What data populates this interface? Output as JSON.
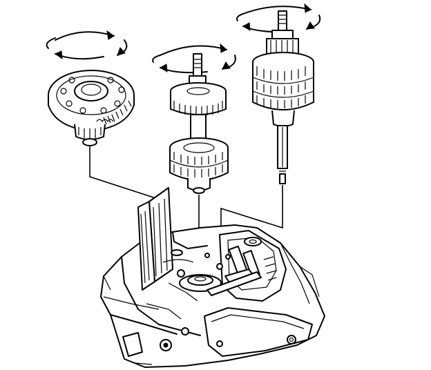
{
  "figure": {
    "type": "exploded-view illustration",
    "components": [
      {
        "name": "differential-assembly",
        "rotation_arrows": true
      },
      {
        "name": "output-shaft-assembly",
        "rotation_arrows": true
      },
      {
        "name": "input-shaft-assembly",
        "rotation_arrows": true
      },
      {
        "name": "transaxle-case"
      }
    ],
    "colors": {
      "line": "#000000",
      "background": "#ffffff"
    }
  }
}
